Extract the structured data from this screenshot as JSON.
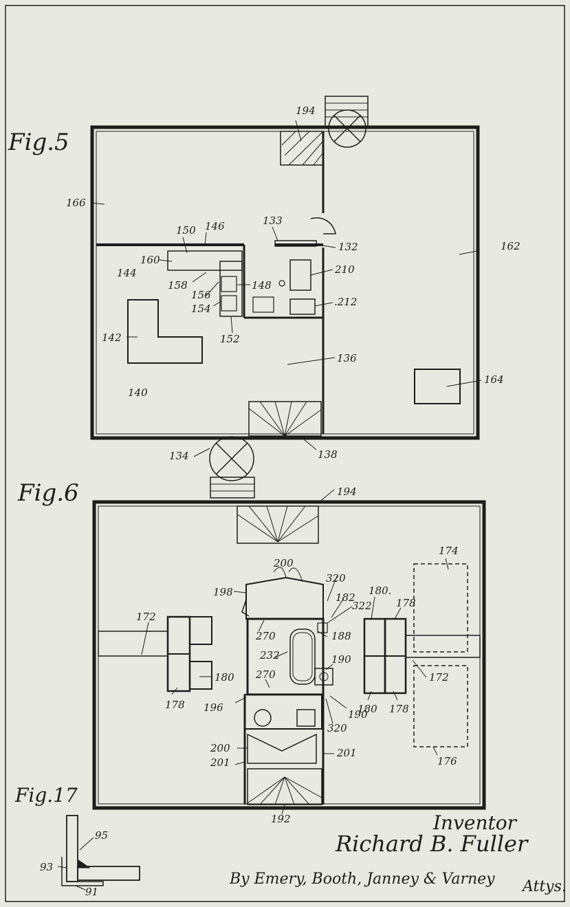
{
  "figures": {
    "fig5": "Fig.5",
    "fig6": "Fig.6",
    "fig17": "Fig.17"
  },
  "fig5_labels": {
    "l194": "194",
    "l166": "166",
    "l146": "146",
    "l150": "150",
    "l133": "133",
    "l132": "132",
    "l162": "162",
    "l160": "160",
    "l144": "144",
    "l158": "158",
    "l156": "156",
    "l148": "148",
    "l154": "154",
    "l210": "210",
    "l212": ".212",
    "l152": "152",
    "l142": "142",
    "l136": "136",
    "l140": "140",
    "l164": "164",
    "l134": "134",
    "l138": "138"
  },
  "fig6_labels": {
    "l194": "194",
    "l200a": "200",
    "l320a": "320",
    "l174": "174",
    "l198": "198",
    "l182": "182",
    "l322": "322",
    "l180a": "180.",
    "l178a": "178",
    "l172a": "172",
    "l270a": "270",
    "l188": "188",
    "l232": "232",
    "l190a": "190",
    "l180b": "180",
    "l172b": "172",
    "l270b": "270",
    "l178b": "178",
    "l196": "196",
    "l180c": "180",
    "l178c": "178",
    "l190b": "190",
    "l320b": "320",
    "l176": "176",
    "l200b": "200",
    "l201a": "201",
    "l201b": "201",
    "l192": "192"
  },
  "fig17_labels": {
    "l95": "95",
    "l93": "93",
    "l91": "91"
  },
  "inventor": {
    "heading": "Inventor",
    "name": "Richard B. Fuller",
    "attorneys": "By Emery, Booth, Janney & Varney",
    "attys": "Attys."
  }
}
